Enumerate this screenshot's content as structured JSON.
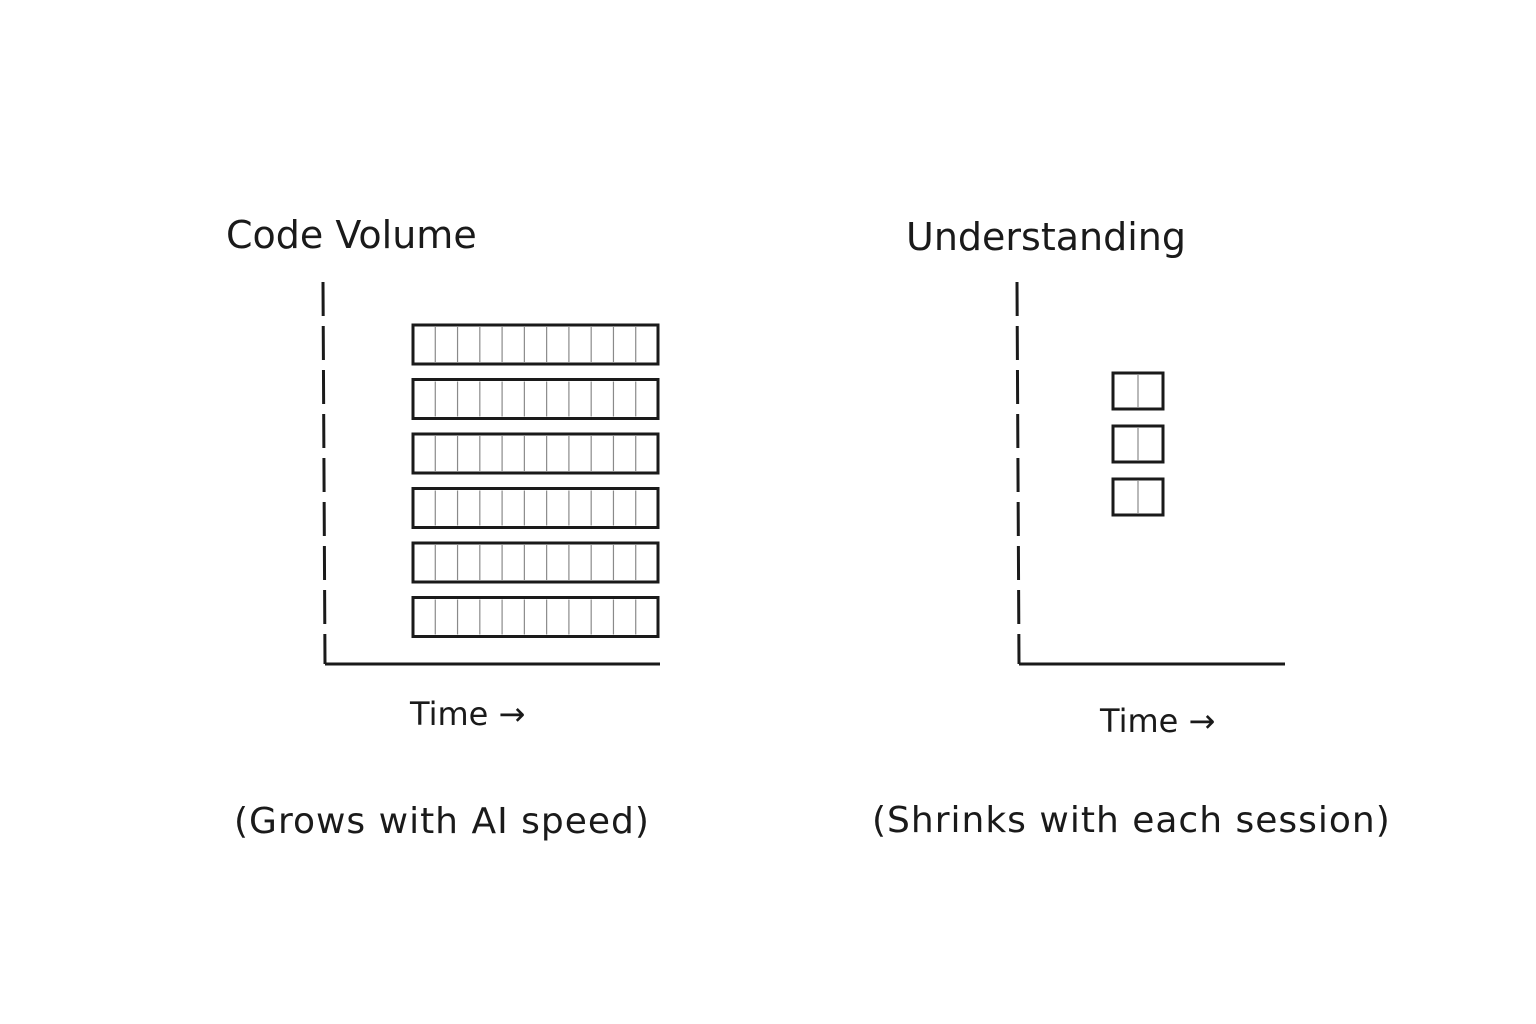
{
  "left_panel": {
    "title": "Code Volume",
    "x_label": "Time →",
    "caption": "(Grows with AI speed)",
    "block_count": 6,
    "cells_per_block": 11
  },
  "right_panel": {
    "title": "Understanding",
    "x_label": "Time →",
    "caption": "(Shrinks with each session)",
    "block_count": 3,
    "cells_per_block": 2
  },
  "colors": {
    "ink": "#1a1a1a",
    "cell_line": "#8a8a8a",
    "background": "#ffffff"
  }
}
